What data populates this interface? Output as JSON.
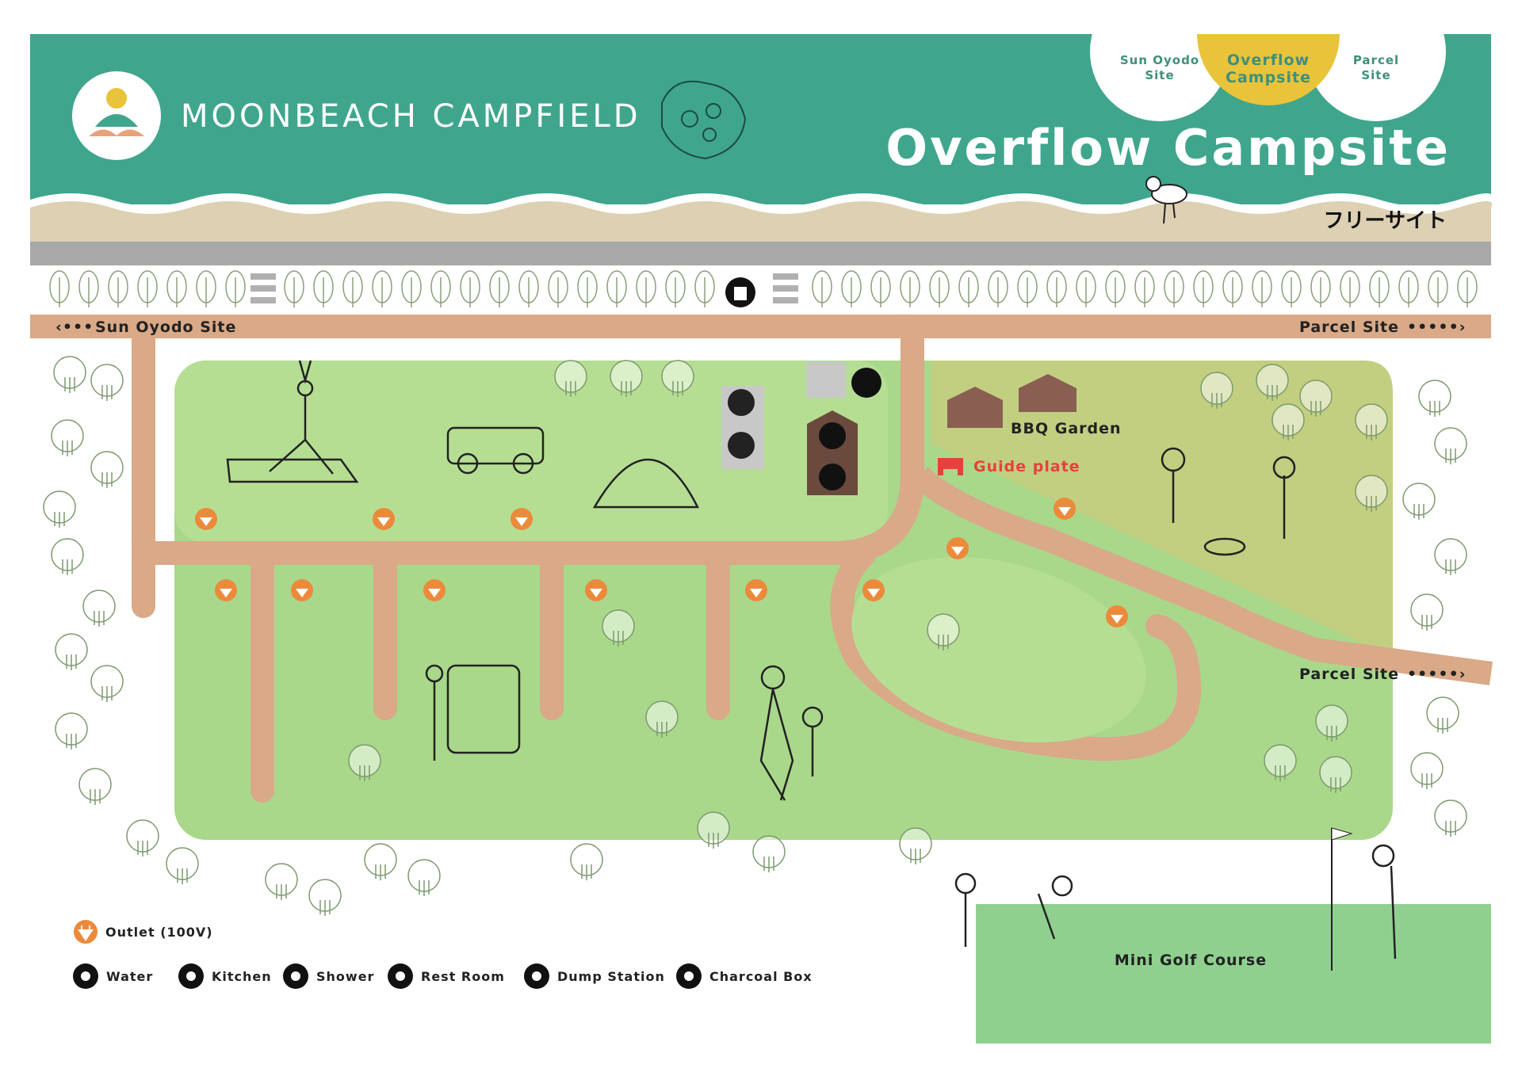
{
  "header": {
    "brand": "MOONBEACH CAMPFIELD",
    "title": "Overflow Campsite",
    "subtitle_jp": "フリーサイト",
    "tabs": [
      {
        "line1": "Sun Oyodo",
        "line2": "Site",
        "active": false
      },
      {
        "line1": "Overflow",
        "line2": "Campsite",
        "active": true
      },
      {
        "line1": "Parcel",
        "line2": "Site",
        "active": false
      }
    ]
  },
  "roads": {
    "left_exit": "Sun Oyodo Site",
    "right_exit_top": "Parcel Site",
    "right_exit_mid": "Parcel Site"
  },
  "places": {
    "bbq": "BBQ Garden",
    "guide": "Guide plate",
    "golf": "Mini Golf Course"
  },
  "legend": {
    "outlet": "Outlet (100V)",
    "items": [
      {
        "icon": "water-icon",
        "label": "Water"
      },
      {
        "icon": "kitchen-icon",
        "label": "Kitchen"
      },
      {
        "icon": "shower-icon",
        "label": "Shower"
      },
      {
        "icon": "restroom-icon",
        "label": "Rest Room"
      },
      {
        "icon": "dump-station-icon",
        "label": "Dump Station"
      },
      {
        "icon": "charcoal-box-icon",
        "label": "Charcoal Box"
      }
    ]
  },
  "colors": {
    "teal": "#3fa68d",
    "yellow": "#e9c33a",
    "sand": "#ddd0b3",
    "road": "#d9a988",
    "green": "#a9d88b",
    "olive": "#c2cf80",
    "golf": "#8fd08f",
    "outlet": "#ec8a3c",
    "guide": "#e5413f"
  }
}
